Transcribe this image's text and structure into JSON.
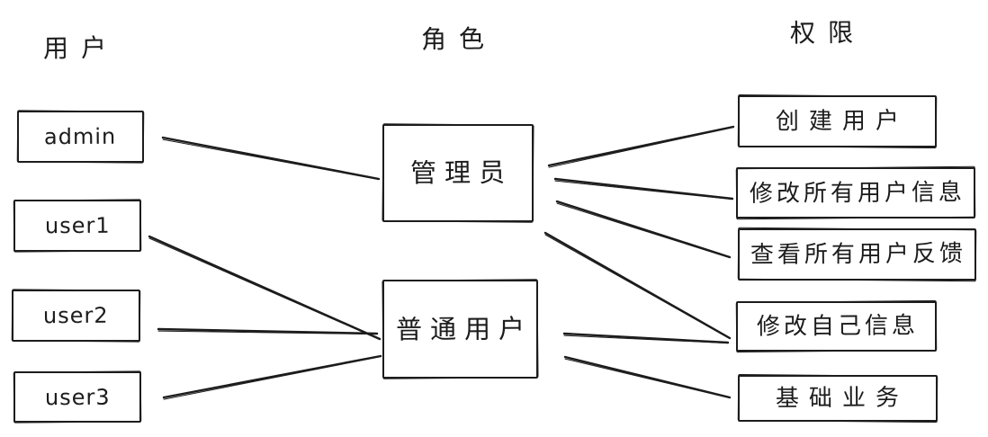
{
  "diagram": {
    "ink": "#1c1c1c",
    "background": "#ffffff",
    "columns": {
      "users": {
        "title": "用户"
      },
      "roles": {
        "title": "角色"
      },
      "permissions": {
        "title": "权限"
      }
    },
    "nodes": {
      "user-admin": {
        "label": "admin",
        "type": "user"
      },
      "user-1": {
        "label": "user1",
        "type": "user"
      },
      "user-2": {
        "label": "user2",
        "type": "user"
      },
      "user-3": {
        "label": "user3",
        "type": "user"
      },
      "role-admin": {
        "label": "管理员",
        "type": "role"
      },
      "role-normal": {
        "label": "普通用户",
        "type": "role"
      },
      "perm-create-user": {
        "label": "创建用户",
        "type": "permission"
      },
      "perm-edit-all-users": {
        "label": "修改所有用户信息",
        "type": "permission"
      },
      "perm-view-all-feedback": {
        "label": "查看所有用户反馈",
        "type": "permission"
      },
      "perm-edit-self": {
        "label": "修改自己信息",
        "type": "permission"
      },
      "perm-basic-business": {
        "label": "基础业务",
        "type": "permission"
      }
    },
    "edges": [
      {
        "from": "user-admin",
        "to": "role-admin"
      },
      {
        "from": "user-1",
        "to": "role-normal"
      },
      {
        "from": "user-2",
        "to": "role-normal"
      },
      {
        "from": "user-3",
        "to": "role-normal"
      },
      {
        "from": "role-admin",
        "to": "perm-create-user"
      },
      {
        "from": "role-admin",
        "to": "perm-edit-all-users"
      },
      {
        "from": "role-admin",
        "to": "perm-view-all-feedback"
      },
      {
        "from": "role-admin",
        "to": "perm-edit-self"
      },
      {
        "from": "role-normal",
        "to": "perm-edit-self"
      },
      {
        "from": "role-normal",
        "to": "perm-basic-business"
      }
    ]
  }
}
